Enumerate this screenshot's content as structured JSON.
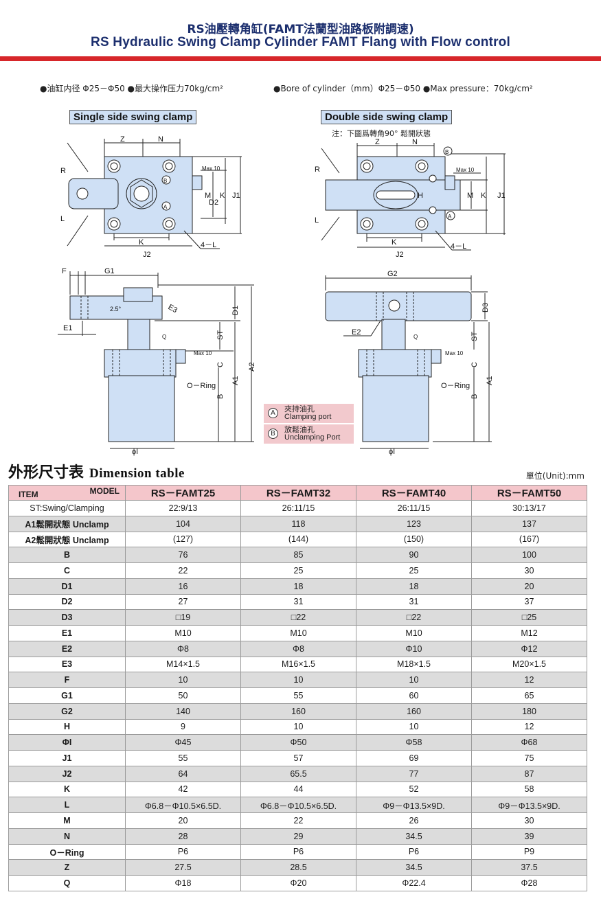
{
  "header": {
    "title_zh": "RS油壓轉角缸(FAMT法蘭型油路板附調速)",
    "title_en": "RS Hydraulic Swing Clamp Cylinder FAMT Flang with Flow control"
  },
  "specs": {
    "zh": "●油缸内径 Φ25－Φ50 ●最大操作压力70kg/cm²",
    "en": "●Bore of cylinder（mm）Φ25－Φ50 ●Max pressure：70kg/cm²"
  },
  "diagrams": {
    "single_label": "Single side swing clamp",
    "double_label": "Double side swing clamp",
    "double_note": "注：下圖爲轉角90° 鬆開狀態",
    "dims": {
      "Z": "Z",
      "N": "N",
      "R": "R",
      "L": "L",
      "K": "K",
      "J1": "J1",
      "J2": "J2",
      "D2": "D2",
      "M": "M",
      "H": "H",
      "max10": "Max 10",
      "four_l": "4－L",
      "F": "F",
      "G1": "G1",
      "G2": "G2",
      "E1": "E1",
      "E2": "E2",
      "E3": "E3",
      "D1": "D1",
      "D3": "D3",
      "ST": "ST",
      "A1": "A1",
      "A2": "A2",
      "B": "B",
      "C": "C",
      "Q": "Q",
      "oring": "O－Ring",
      "phi_i": "ϕI",
      "angle": "2.5°",
      "port_a": "A",
      "port_b": "B"
    },
    "legend": [
      {
        "symbol": "A",
        "zh": "夾持油孔",
        "en": "Clamping port"
      },
      {
        "symbol": "B",
        "zh": "放鬆油孔",
        "en": "Unclamping Port"
      }
    ]
  },
  "table": {
    "title_zh": "外形尺寸表",
    "title_en": "Dimension table",
    "unit": "單位(Unit):mm",
    "corner_model": "MODEL",
    "corner_item": "ITEM",
    "columns": [
      "RS－FAMT25",
      "RS－FAMT32",
      "RS－FAMT40",
      "RS－FAMT50"
    ],
    "rows": [
      {
        "item": "ST:Swing/Clamping",
        "values": [
          "22:9/13",
          "26:11/15",
          "26:11/15",
          "30:13/17"
        ]
      },
      {
        "item": "A1鬆開狀態 Unclamp",
        "values": [
          "104",
          "118",
          "123",
          "137"
        ]
      },
      {
        "item": "A2鬆開狀態 Unclamp",
        "values": [
          "(127)",
          "(144)",
          "(150)",
          "(167)"
        ]
      },
      {
        "item": "B",
        "values": [
          "76",
          "85",
          "90",
          "100"
        ]
      },
      {
        "item": "C",
        "values": [
          "22",
          "25",
          "25",
          "30"
        ]
      },
      {
        "item": "D1",
        "values": [
          "16",
          "18",
          "18",
          "20"
        ]
      },
      {
        "item": "D2",
        "values": [
          "27",
          "31",
          "31",
          "37"
        ]
      },
      {
        "item": "D3",
        "values": [
          "□19",
          "□22",
          "□22",
          "□25"
        ]
      },
      {
        "item": "E1",
        "values": [
          "M10",
          "M10",
          "M10",
          "M12"
        ]
      },
      {
        "item": "E2",
        "values": [
          "Φ8",
          "Φ8",
          "Φ10",
          "Φ12"
        ]
      },
      {
        "item": "E3",
        "values": [
          "M14×1.5",
          "M16×1.5",
          "M18×1.5",
          "M20×1.5"
        ]
      },
      {
        "item": "F",
        "values": [
          "10",
          "10",
          "10",
          "12"
        ]
      },
      {
        "item": "G1",
        "values": [
          "50",
          "55",
          "60",
          "65"
        ]
      },
      {
        "item": "G2",
        "values": [
          "140",
          "160",
          "160",
          "180"
        ]
      },
      {
        "item": "H",
        "values": [
          "9",
          "10",
          "10",
          "12"
        ]
      },
      {
        "item": "ΦI",
        "values": [
          "Φ45",
          "Φ50",
          "Φ58",
          "Φ68"
        ]
      },
      {
        "item": "J1",
        "values": [
          "55",
          "57",
          "69",
          "75"
        ]
      },
      {
        "item": "J2",
        "values": [
          "64",
          "65.5",
          "77",
          "87"
        ]
      },
      {
        "item": "K",
        "values": [
          "42",
          "44",
          "52",
          "58"
        ]
      },
      {
        "item": "L",
        "values": [
          "Φ6.8－Φ10.5×6.5D.",
          "Φ6.8－Φ10.5×6.5D.",
          "Φ9－Φ13.5×9D.",
          "Φ9－Φ13.5×9D."
        ]
      },
      {
        "item": "M",
        "values": [
          "20",
          "22",
          "26",
          "30"
        ]
      },
      {
        "item": "N",
        "values": [
          "28",
          "29",
          "34.5",
          "39"
        ]
      },
      {
        "item": "O－Ring",
        "values": [
          "P6",
          "P6",
          "P6",
          "P9"
        ]
      },
      {
        "item": "Z",
        "values": [
          "27.5",
          "28.5",
          "34.5",
          "37.5"
        ]
      },
      {
        "item": "Q",
        "values": [
          "Φ18",
          "Φ20",
          "Φ22.4",
          "Φ28"
        ]
      }
    ]
  }
}
